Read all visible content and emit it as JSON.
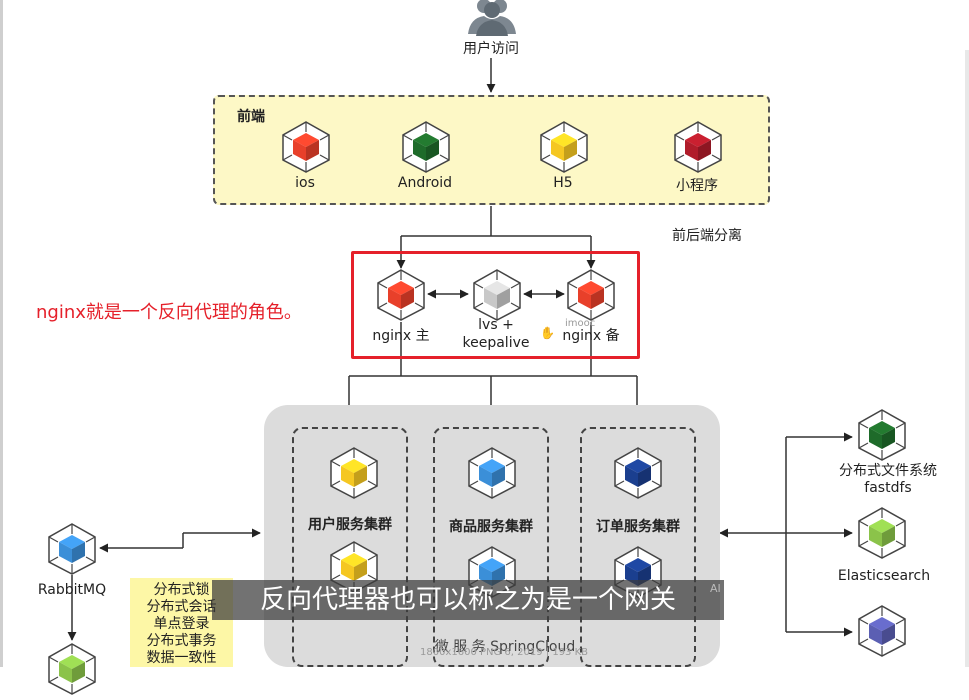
{
  "top": {
    "user_access": "用户访问"
  },
  "frontend": {
    "title": "前端",
    "items": [
      {
        "label": "ios",
        "color": "#e8402a"
      },
      {
        "label": "Android",
        "color": "#1e6b2a"
      },
      {
        "label": "H5",
        "color": "#f5c722"
      },
      {
        "label": "小程序",
        "color": "#b01c2a"
      }
    ]
  },
  "separation_label": "前后端分离",
  "nginx": {
    "note": "nginx就是一个反向代理的角色。",
    "main": "nginx 主",
    "lvs": "lvs + keepalive",
    "backup": "nginx 备",
    "main_color": "#e8402a",
    "lvs_color": "#c8c8c8",
    "backup_color": "#e8402a"
  },
  "clusters": [
    {
      "label": "用户服务集群",
      "color": "#f5c722"
    },
    {
      "label": "商品服务集群",
      "color": "#3b8fd8"
    },
    {
      "label": "订单服务集群",
      "color": "#1b3f8f"
    }
  ],
  "microservice_label": "微 服 务 SpringCloud",
  "left": {
    "rabbitmq": "RabbitMQ",
    "rabbitmq_color": "#3b8fd8",
    "bottom_color": "#8bc34a",
    "note_lines": [
      "分布式锁",
      "分布式会话",
      "单点登录",
      "分布式事务",
      "数据一致性"
    ]
  },
  "right": {
    "fastdfs": "分布式文件系统 fastdfs",
    "fastdfs_color": "#1e6b2a",
    "elasticsearch": "Elasticsearch",
    "elasticsearch_color": "#8bc34a",
    "bottom_color": "#5b5fb3"
  },
  "subtitle": "反向代理器也可以称之为是一个网关",
  "watermarks": {
    "imooc": "imooc",
    "ai": "AI",
    "meta": "1800x1600 PNG 6, 2019 | 193 KB"
  }
}
